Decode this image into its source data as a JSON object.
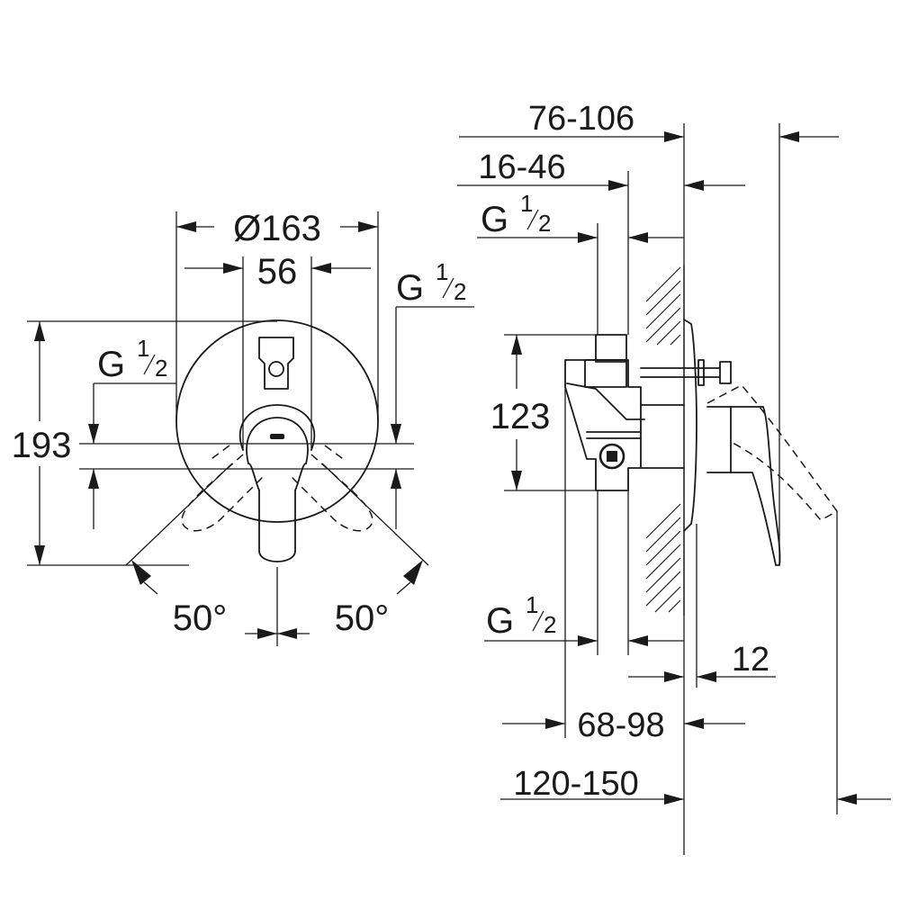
{
  "front_view": {
    "diameter_label": "Ø163",
    "handle_width_label": "56",
    "height_label": "193",
    "angle_left_label": "50°",
    "angle_right_label": "50°",
    "thread_left": {
      "base": "G",
      "sup": "1",
      "sub": "2"
    },
    "thread_right": {
      "base": "G",
      "sup": "1",
      "sub": "2"
    }
  },
  "side_view": {
    "overall_depth_label": "76-106",
    "cover_depth_label": "16-46",
    "body_height_label": "123",
    "wall_gap_label": "12",
    "body_depth_label": "68-98",
    "total_depth_label": "120-150",
    "thread_top": {
      "base": "G",
      "sup": "1",
      "sub": "2"
    },
    "thread_bottom": {
      "base": "G",
      "sup": "1",
      "sub": "2"
    }
  }
}
